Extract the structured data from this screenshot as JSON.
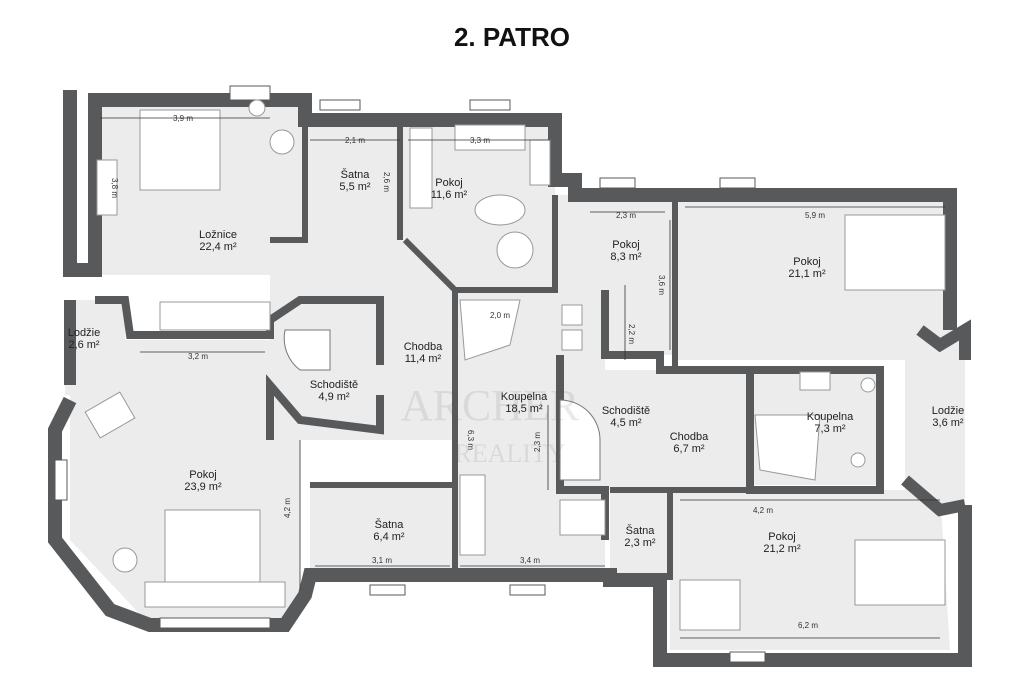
{
  "title": "2. PATRO",
  "watermark": {
    "line1": "ARCHER",
    "line2": "REALITY"
  },
  "colors": {
    "wall": "#58595b",
    "floor": "#ececec",
    "window": "#ffffff",
    "furniture": "#ffffff"
  },
  "rooms": {
    "loznice": {
      "name": "Ložnice",
      "area": "22,4 m²"
    },
    "satna1": {
      "name": "Šatna",
      "area": "5,5 m²"
    },
    "pokoj1": {
      "name": "Pokoj",
      "area": "11,6 m²"
    },
    "pokoj2": {
      "name": "Pokoj",
      "area": "8,3 m²"
    },
    "pokoj3": {
      "name": "Pokoj",
      "area": "21,1 m²"
    },
    "lodzie1": {
      "name": "Lodžie",
      "area": "2,6 m²"
    },
    "chodba1": {
      "name": "Chodba",
      "area": "11,4 m²"
    },
    "schodiste1": {
      "name": "Schodiště",
      "area": "4,9 m²"
    },
    "koupelna1": {
      "name": "Koupelna",
      "area": "18,5 m²"
    },
    "schodiste2": {
      "name": "Schodiště",
      "area": "4,5 m²"
    },
    "chodba2": {
      "name": "Chodba",
      "area": "6,7 m²"
    },
    "koupelna2": {
      "name": "Koupelna",
      "area": "7,3 m²"
    },
    "lodzie2": {
      "name": "Lodžie",
      "area": "3,6 m²"
    },
    "pokoj4": {
      "name": "Pokoj",
      "area": "23,9 m²"
    },
    "satna2": {
      "name": "Šatna",
      "area": "6,4 m²"
    },
    "satna3": {
      "name": "Šatna",
      "area": "2,3 m²"
    },
    "pokoj5": {
      "name": "Pokoj",
      "area": "21,2 m²"
    }
  },
  "dimensions": {
    "d1": "3,9 m",
    "d2": "3,8 m",
    "d3": "2,1 m",
    "d4": "2,6 m",
    "d5": "3,3 m",
    "d6": "2,3 m",
    "d7": "5,9 m",
    "d8": "3,6 m",
    "d9": "2,0 m",
    "d10": "2,2 m",
    "d11": "3,2 m",
    "d12": "6,3 m",
    "d13": "2,3 m",
    "d14": "4,2 m",
    "d15": "4,2 m",
    "d16": "3,1 m",
    "d17": "3,4 m",
    "d18": "6,2 m"
  }
}
